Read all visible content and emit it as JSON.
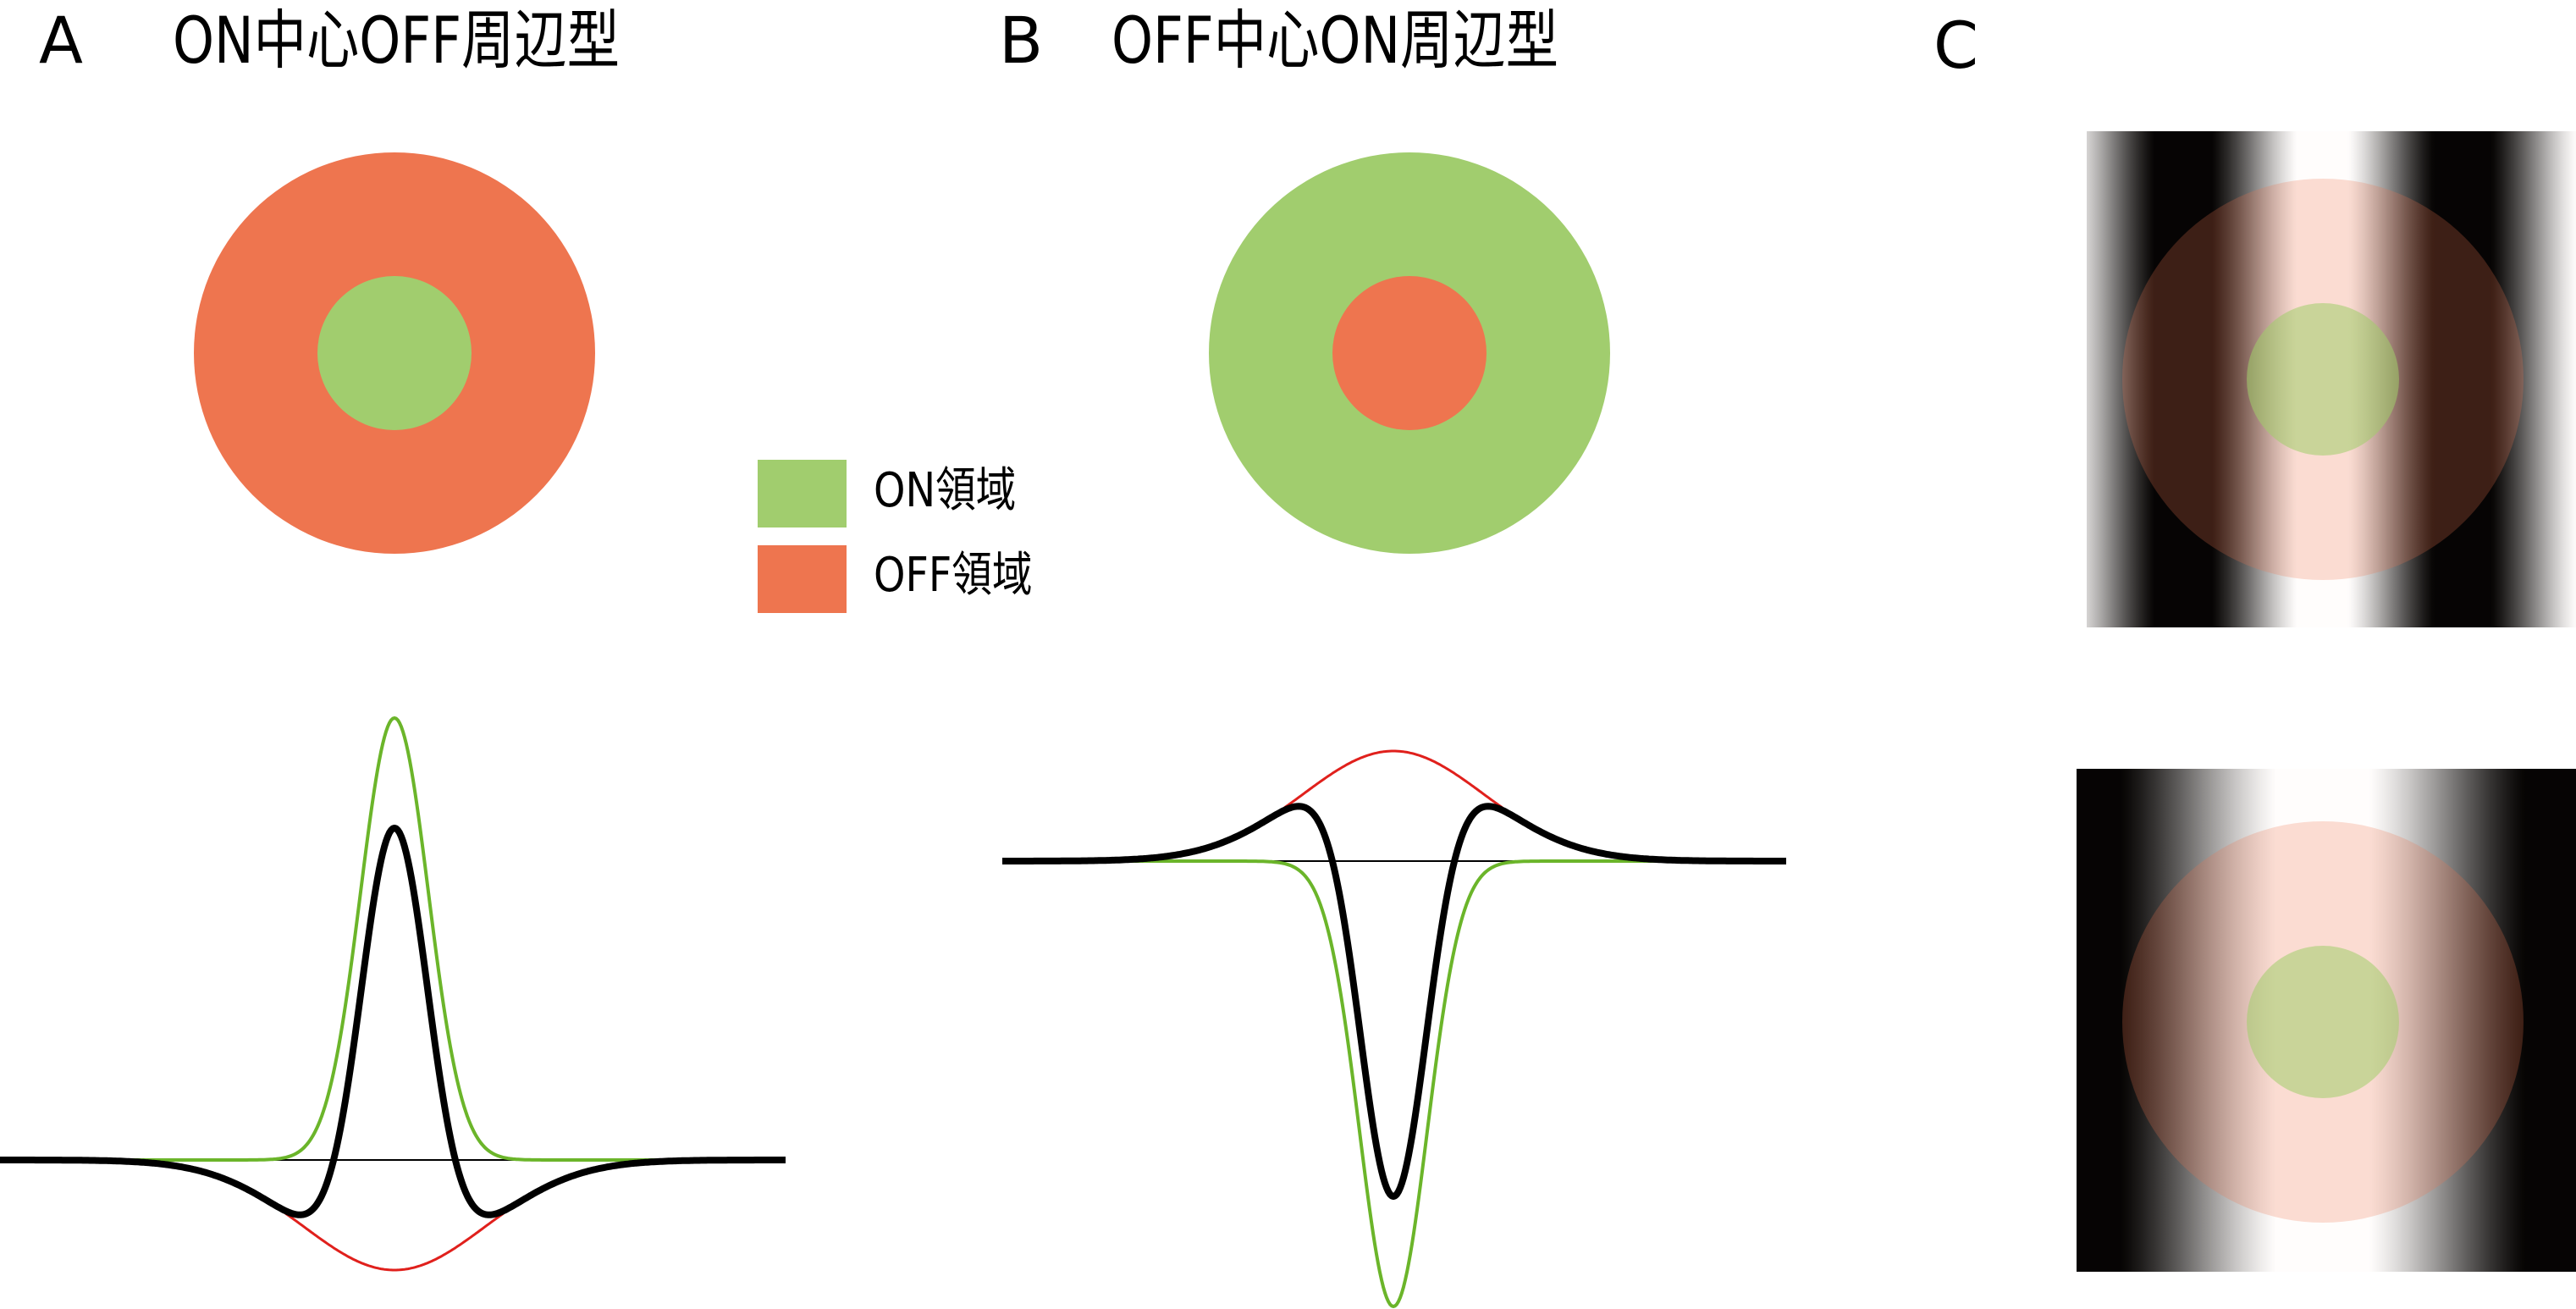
{
  "panels": [
    {
      "letter": "A",
      "title": "ON中心OFF周辺型"
    },
    {
      "letter": "B",
      "title": "OFF中心ON周辺型"
    },
    {
      "letter": "C"
    }
  ],
  "legend": [
    {
      "label": "ON領域",
      "color": "#a1cd6e"
    },
    {
      "label": "OFF領域",
      "color": "#ee754f"
    }
  ],
  "colors": {
    "on": "#a1cd6e",
    "off": "#ee754f",
    "center_curve": "#6bb52a",
    "surround_curve": "#e0201c",
    "response_curve": "#000000"
  }
}
